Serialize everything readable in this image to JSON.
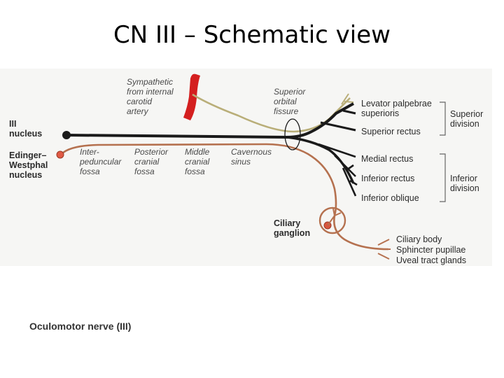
{
  "title": "CN III – Schematic view",
  "caption": "Oculomotor nerve (III)",
  "nuclei": {
    "main": [
      "III",
      "nucleus"
    ],
    "ew": [
      "Edinger–",
      "Westphal",
      "nucleus"
    ]
  },
  "sympathetic": [
    "Sympathetic",
    "from internal",
    "carotid",
    "artery"
  ],
  "fissure": [
    "Superior",
    "orbital",
    "fissure"
  ],
  "regions": [
    [
      "Inter-",
      "peduncular",
      "fossa"
    ],
    [
      "Posterior",
      "cranial",
      "fossa"
    ],
    [
      "Middle",
      "cranial",
      "fossa"
    ],
    [
      "Cavernous",
      "sinus"
    ]
  ],
  "superior_muscles": [
    [
      "Levator palpebrae",
      "superioris"
    ],
    [
      "Superior rectus"
    ]
  ],
  "inferior_muscles": [
    [
      "Medial rectus"
    ],
    [
      "Inferior rectus"
    ],
    [
      "Inferior oblique"
    ]
  ],
  "superior_division": [
    "Superior",
    "division"
  ],
  "inferior_division": [
    "Inferior",
    "division"
  ],
  "ganglion": [
    "Ciliary",
    "ganglion"
  ],
  "targets": [
    "Ciliary body",
    "Sphincter pupillae",
    "Uveal tract glands"
  ],
  "colors": {
    "nerve": "#1a1a1a",
    "parasympathetic": "#b5714f",
    "sympathetic": "#b9ae78",
    "artery": "#d41f1f"
  }
}
